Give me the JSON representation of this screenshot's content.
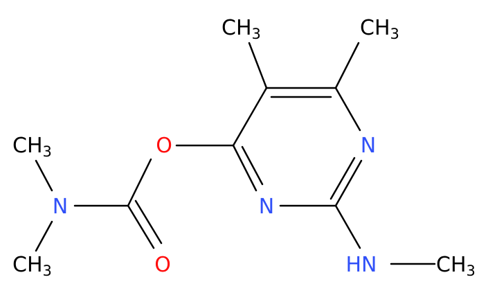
{
  "molecule": {
    "colors": {
      "carbon": "#000000",
      "nitrogen": "#3050F8",
      "oxygen": "#FF0D0D"
    },
    "labels": {
      "ch3_top_left": {
        "main": "CH",
        "sub": "3"
      },
      "ch3_top_right": {
        "main": "CH",
        "sub": "3"
      },
      "o_ester": "O",
      "n_ring_right": "N",
      "n_ring_bottom": "N",
      "ch3_n_top": {
        "main": "CH",
        "sub": "3"
      },
      "n_carbamate": "N",
      "ch3_n_bottom": {
        "main": "CH",
        "sub": "3"
      },
      "o_carbonyl": "O",
      "nh": "HN",
      "ch3_nh": {
        "main": "CH",
        "sub": "3"
      }
    }
  }
}
